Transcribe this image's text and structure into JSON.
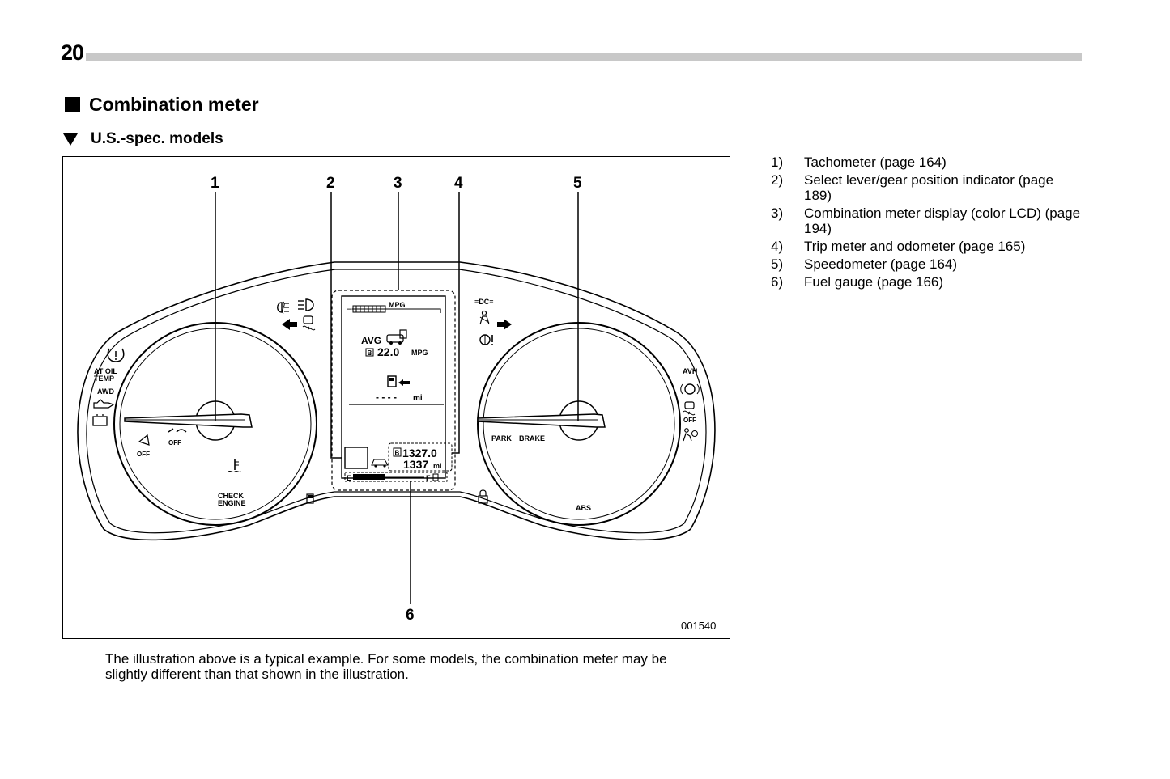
{
  "page": {
    "number": "20",
    "section_title": "Combination meter",
    "subsection_title": "U.S.-spec. models"
  },
  "figure": {
    "image_code": "001540",
    "callouts": [
      "1",
      "2",
      "3",
      "4",
      "5",
      "6"
    ],
    "tachometer_labels": {
      "at_oil_temp_line1": "AT OIL",
      "at_oil_temp_line2": "TEMP",
      "awd": "AWD",
      "off_1": "OFF",
      "off_2": "OFF",
      "check_engine_line1": "CHECK",
      "check_engine_line2": "ENGINE"
    },
    "speedometer_labels": {
      "avh": "AVH",
      "off": "OFF",
      "park": "PARK",
      "brake": "BRAKE",
      "abs": "ABS"
    },
    "display": {
      "mpg_label": "MPG",
      "avg_label": "AVG",
      "trip_letter": "B",
      "avg_value": "22.0",
      "avg_unit": "MPG",
      "range_value": "- - - -",
      "range_unit": "mi",
      "trip_value": "1327.0",
      "odometer_value": "1337",
      "odometer_unit": "mi",
      "fuel_empty": "E",
      "fuel_full": "F",
      "minus": "–",
      "plus": "+"
    }
  },
  "caption": {
    "line1": "The illustration above is a typical example. For some models, the combination meter may be",
    "line2": "slightly different than that shown in the illustration."
  },
  "legend": [
    {
      "num": "1)",
      "text": "Tachometer (page 164)"
    },
    {
      "num": "2)",
      "text": "Select lever/gear position indicator (page 189)"
    },
    {
      "num": "3)",
      "text": "Combination meter display (color LCD) (page 194)"
    },
    {
      "num": "4)",
      "text": "Trip meter and odometer (page 165)"
    },
    {
      "num": "5)",
      "text": "Speedometer (page 164)"
    },
    {
      "num": "6)",
      "text": "Fuel gauge (page 166)"
    }
  ]
}
